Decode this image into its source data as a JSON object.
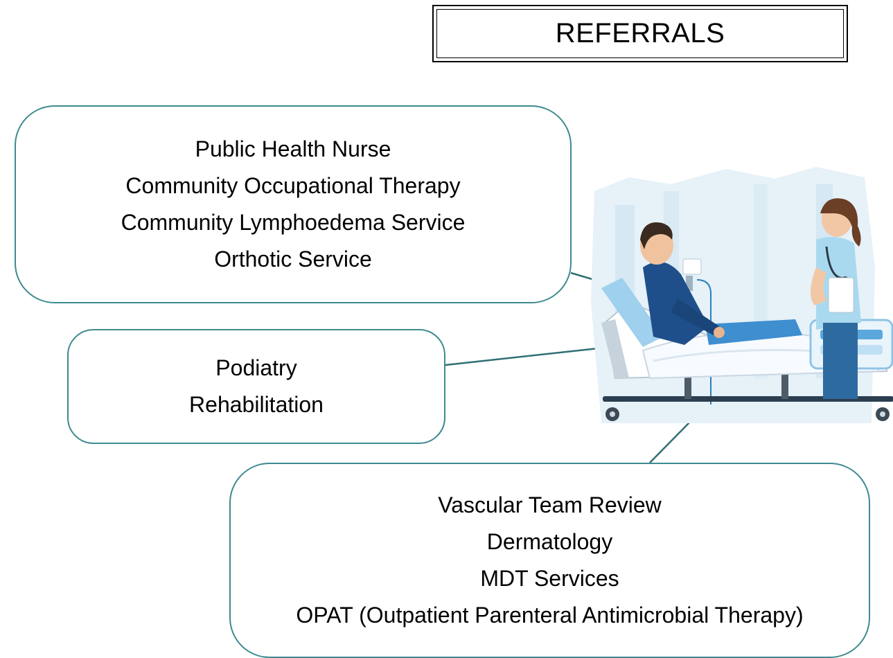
{
  "title": "REFERRALS",
  "groups": [
    {
      "items": [
        "Public Health Nurse",
        "Community Occupational Therapy",
        "Community Lymphoedema Service",
        "Orthotic Service"
      ]
    },
    {
      "items": [
        "Podiatry",
        "Rehabilitation"
      ]
    },
    {
      "items": [
        "Vascular Team Review",
        "Dermatology",
        "MDT Services",
        "OPAT (Outpatient Parenteral Antimicrobial Therapy)"
      ]
    }
  ],
  "colors": {
    "box_border": "#3d8a8f",
    "connector": "#2f6f73",
    "title_border": "#000000"
  },
  "illustration": {
    "icon": "patient-in-hospital-bed-with-nurse-illustration"
  }
}
